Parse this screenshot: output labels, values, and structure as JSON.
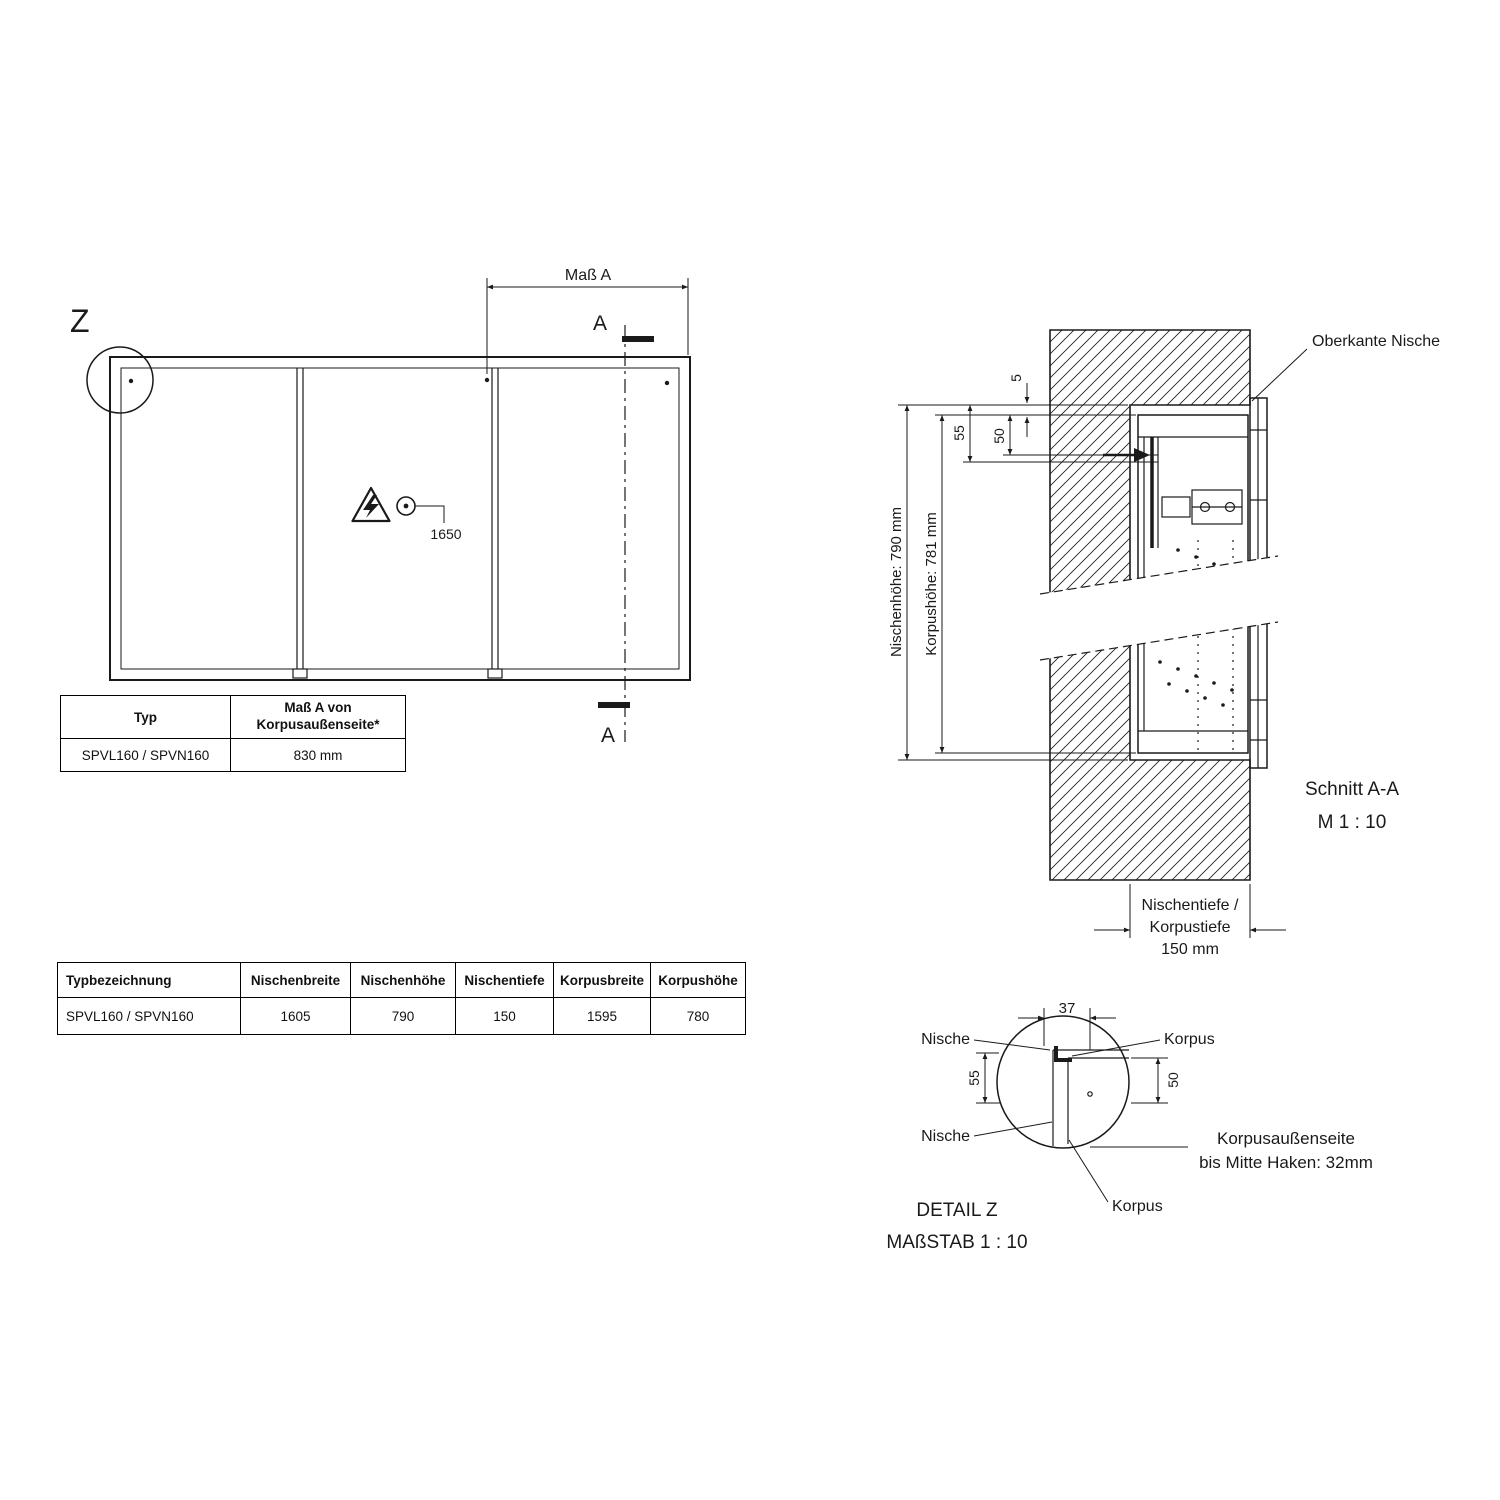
{
  "front_view": {
    "z_label": "Z",
    "mass_a_label": "Maß A",
    "section_letter_top": "A",
    "section_letter_bottom": "A",
    "outlet_height": "1650"
  },
  "type_table": {
    "headers": [
      "Typ",
      "Maß A von\nKorpusaußenseite*"
    ],
    "rows": [
      [
        "SPVL160 / SPVN160",
        "830 mm"
      ]
    ]
  },
  "dimensions_table": {
    "headers": [
      "Typbezeichnung",
      "Nischenbreite",
      "Nischenhöhe",
      "Nischentiefe",
      "Korpusbreite",
      "Korpushöhe"
    ],
    "rows": [
      [
        "SPVL160 / SPVN160",
        "1605",
        "790",
        "150",
        "1595",
        "780"
      ]
    ]
  },
  "section_view": {
    "oberkante_label": "Oberkante Nische",
    "nischenhoehe_label": "Nischenhöhe: 790 mm",
    "korpushoehe_label": "Korpushöhe: 781 mm",
    "dim_5": "5",
    "dim_55": "55",
    "dim_50": "50",
    "title": "Schnitt A-A",
    "scale": "M 1 : 10",
    "depth_label_1": "Nischentiefe /",
    "depth_label_2": "Korpustiefe",
    "depth_value": "150 mm"
  },
  "detail_view": {
    "dim_37": "37",
    "nische_label_top": "Nische",
    "korpus_label_top": "Korpus",
    "dim_55": "55",
    "dim_50": "50",
    "nische_label_bottom": "Nische",
    "korpus_label_bottom": "Korpus",
    "hook_note_1": "Korpusaußenseite",
    "hook_note_2": "bis Mitte Haken: 32mm",
    "title": "DETAIL Z",
    "scale": "MAßSTAB 1 : 10"
  },
  "colors": {
    "line": "#1a1a1a",
    "background": "#ffffff"
  }
}
